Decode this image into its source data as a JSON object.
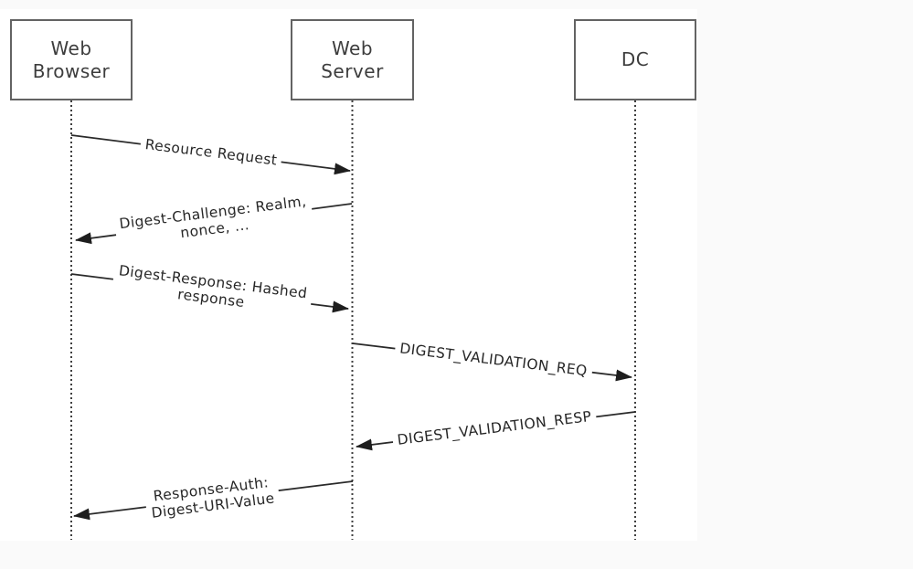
{
  "diagram": {
    "type": "sequence-diagram",
    "actors": [
      {
        "id": "web-browser",
        "lines": [
          "Web",
          "Browser"
        ]
      },
      {
        "id": "web-server",
        "lines": [
          "Web",
          "Server"
        ]
      },
      {
        "id": "dc",
        "lines": [
          "DC"
        ]
      }
    ],
    "messages": [
      {
        "from": "Web Browser",
        "to": "Web Server",
        "direction": "right",
        "lines": [
          "Resource Request"
        ]
      },
      {
        "from": "Web Server",
        "to": "Web Browser",
        "direction": "left",
        "lines": [
          "Digest-Challenge: Realm,",
          "nonce, ..."
        ]
      },
      {
        "from": "Web Browser",
        "to": "Web Server",
        "direction": "right",
        "lines": [
          "Digest-Response: Hashed",
          "response"
        ]
      },
      {
        "from": "Web Server",
        "to": "DC",
        "direction": "right",
        "lines": [
          "DIGEST_VALIDATION_REQ"
        ]
      },
      {
        "from": "DC",
        "to": "Web Server",
        "direction": "left",
        "lines": [
          "DIGEST_VALIDATION_RESP"
        ]
      },
      {
        "from": "Web Server",
        "to": "Web Browser",
        "direction": "left",
        "lines": [
          "Response-Auth:",
          "Digest-URI-Value"
        ]
      }
    ],
    "colors": {
      "message_line": "#2a2a2a",
      "lifeline": "#3f3f3f",
      "box_border": "#636363",
      "actor_text": "#3d3d3d",
      "message_text": "#262626",
      "panel": "#ffffff",
      "background": "#fafafa"
    }
  }
}
